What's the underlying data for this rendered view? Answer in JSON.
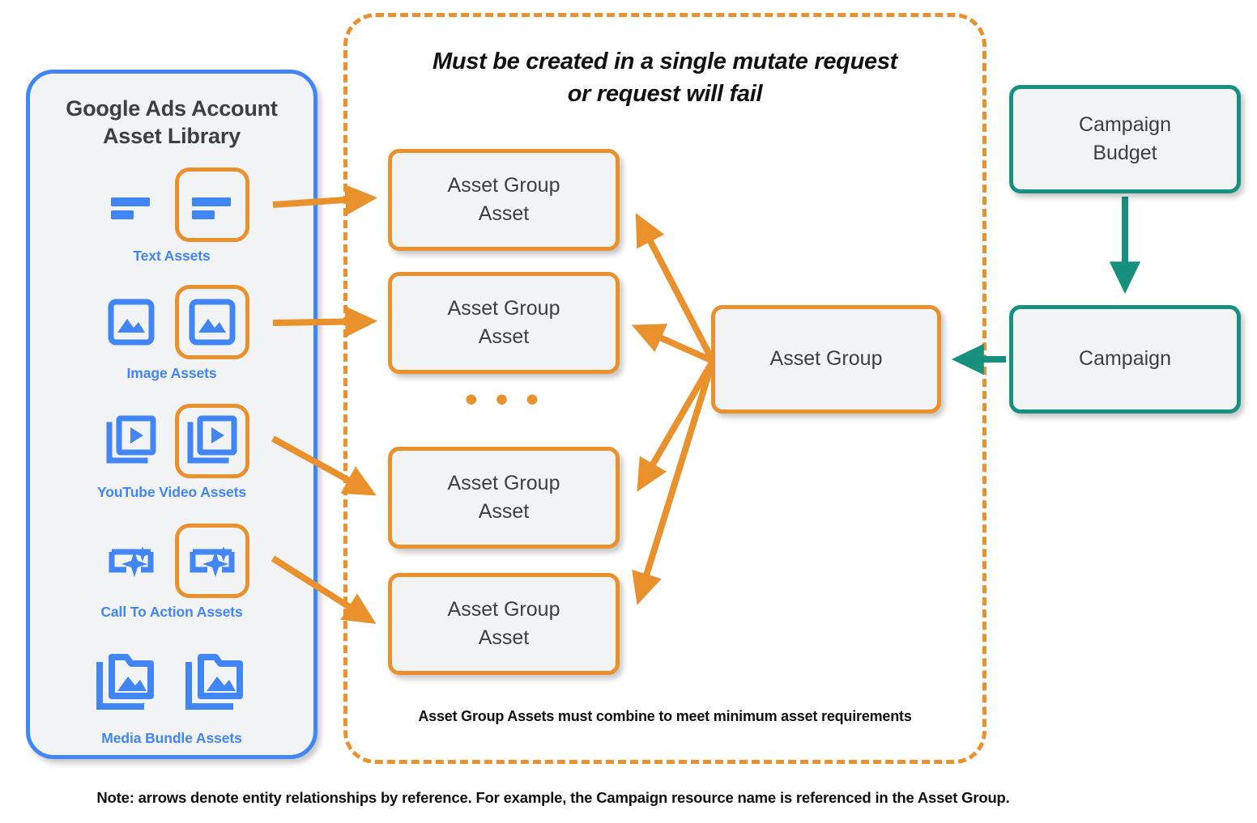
{
  "library": {
    "title": "Google Ads Account\nAsset Library",
    "title_line1": "Google Ads Account",
    "title_line2": "Asset Library",
    "border_color": "#4285f4",
    "fill_color": "#f1f3f4",
    "assets": [
      {
        "caption": "Text Assets",
        "icon": "text-asset-icon",
        "highlighted_index": 1
      },
      {
        "caption": "Image Assets",
        "icon": "image-asset-icon",
        "highlighted_index": 1
      },
      {
        "caption": "YouTube Video  Assets",
        "icon": "youtube-video-asset-icon",
        "highlighted_index": 1
      },
      {
        "caption": "Call To Action Assets",
        "icon": "call-to-action-asset-icon",
        "highlighted_index": 1
      },
      {
        "caption": "Media Bundle  Assets",
        "icon": "media-bundle-asset-icon",
        "highlighted_index": -1
      }
    ]
  },
  "mutate_container": {
    "title_line1": "Must be created in a single mutate request",
    "title_line2": "or request will fail",
    "footnote": "Asset Group Assets must combine to meet minimum asset requirements",
    "border_color": "#e8912d",
    "border_style": "dashed"
  },
  "nodes": {
    "asset_group_assets": [
      {
        "label_line1": "Asset Group",
        "label_line2": "Asset"
      },
      {
        "label_line1": "Asset Group",
        "label_line2": "Asset"
      },
      {
        "label_line1": "Asset Group",
        "label_line2": "Asset"
      },
      {
        "label_line1": "Asset Group",
        "label_line2": "Asset"
      }
    ],
    "ellipsis": "• • •",
    "asset_group": {
      "label": "Asset Group",
      "border_color": "#e8912d"
    },
    "campaign_budget": {
      "label_line1": "Campaign",
      "label_line2": "Budget",
      "border_color": "#189080"
    },
    "campaign": {
      "label": "Campaign",
      "border_color": "#189080"
    }
  },
  "footer": {
    "note": "Note: arrows denote entity relationships by reference. For example, the Campaign resource name is referenced in the Asset Group."
  },
  "colors": {
    "orange": "#e8912d",
    "teal": "#189080",
    "blue": "#4285f4",
    "box_fill": "#f1f3f4",
    "text_dark": "#3c4043"
  }
}
